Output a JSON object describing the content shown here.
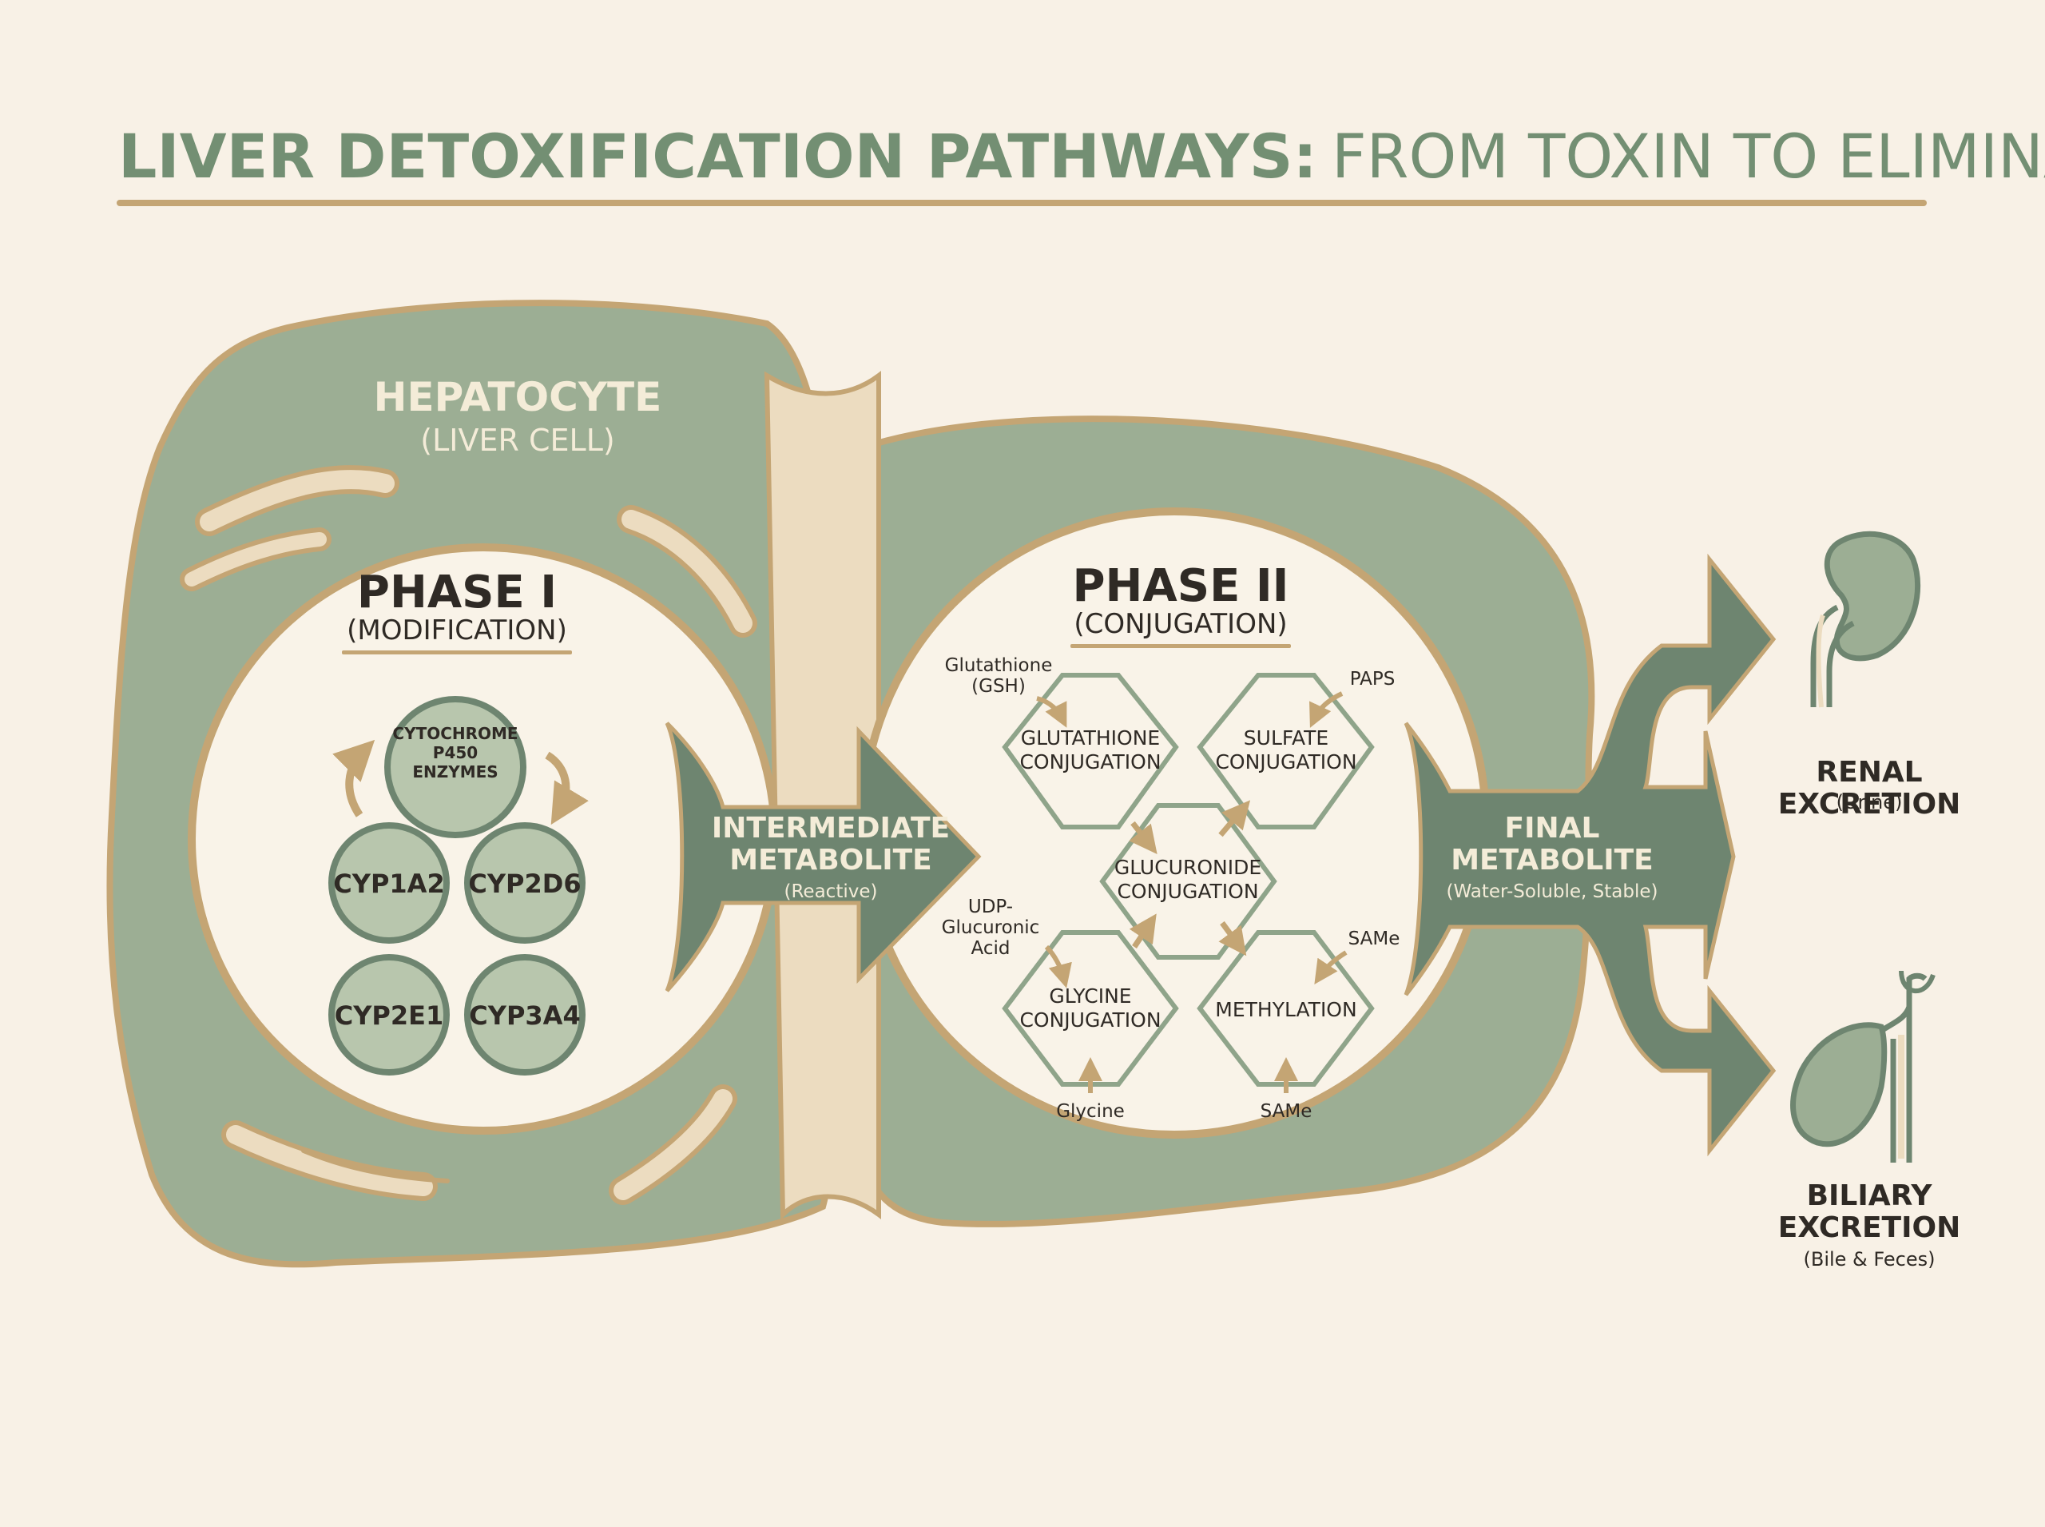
{
  "title": {
    "bold": "LIVER DETOXIFICATION PATHWAYS:",
    "light": "FROM TOXIN TO ELIMINATION"
  },
  "hepatocyte": {
    "label": "HEPATOCYTE",
    "sublabel": "(LIVER CELL)"
  },
  "phase1": {
    "title": "PHASE I",
    "subtitle": "(MODIFICATION)",
    "center_enzyme": [
      "CYTOCHROME",
      "P450",
      "ENZYMES"
    ],
    "enzymes": [
      "CYP1A2",
      "CYP2D6",
      "CYP2E1",
      "CYP3A4"
    ]
  },
  "intermediate": {
    "label": [
      "INTERMEDIATE",
      "METABOLITE"
    ],
    "sublabel": "(Reactive)"
  },
  "phase2": {
    "title": "PHASE II",
    "subtitle": "(CONJUGATION)",
    "conjugations": {
      "glutathione": [
        "GLUTATHIONE",
        "CONJUGATION"
      ],
      "sulfate": [
        "SULFATE",
        "CONJUGATION"
      ],
      "glucuronide": [
        "GLUCURONIDE",
        "CONJUGATION"
      ],
      "glycine": [
        "GLYCINE",
        "CONJUGATION"
      ],
      "methylation": [
        "METHYLATION"
      ]
    },
    "substrates": {
      "gsh": [
        "Glutathione",
        "(GSH)"
      ],
      "paps": [
        "PAPS"
      ],
      "udp": [
        "UDP-",
        "Glucuronic",
        "Acid"
      ],
      "same_top": [
        "SAMe"
      ],
      "glycine": [
        "Glycine"
      ],
      "same_bottom": [
        "SAMe"
      ]
    }
  },
  "final": {
    "label": [
      "FINAL",
      "METABOLITE"
    ],
    "sublabel": "(Water-Soluble, Stable)"
  },
  "renal": {
    "label": [
      "RENAL",
      "EXCRETION"
    ],
    "sublabel": "(Urine)"
  },
  "biliary": {
    "label": [
      "BILIARY",
      "EXCRETION"
    ],
    "sublabel": "(Bile & Feces)"
  },
  "colors": {
    "background": "#f8f1e6",
    "cell_green": "#9cae94",
    "dark_green": "#6e8570",
    "outline_gold": "#c4a574",
    "cream": "#f9f3e8",
    "title_green": "#738f73"
  }
}
